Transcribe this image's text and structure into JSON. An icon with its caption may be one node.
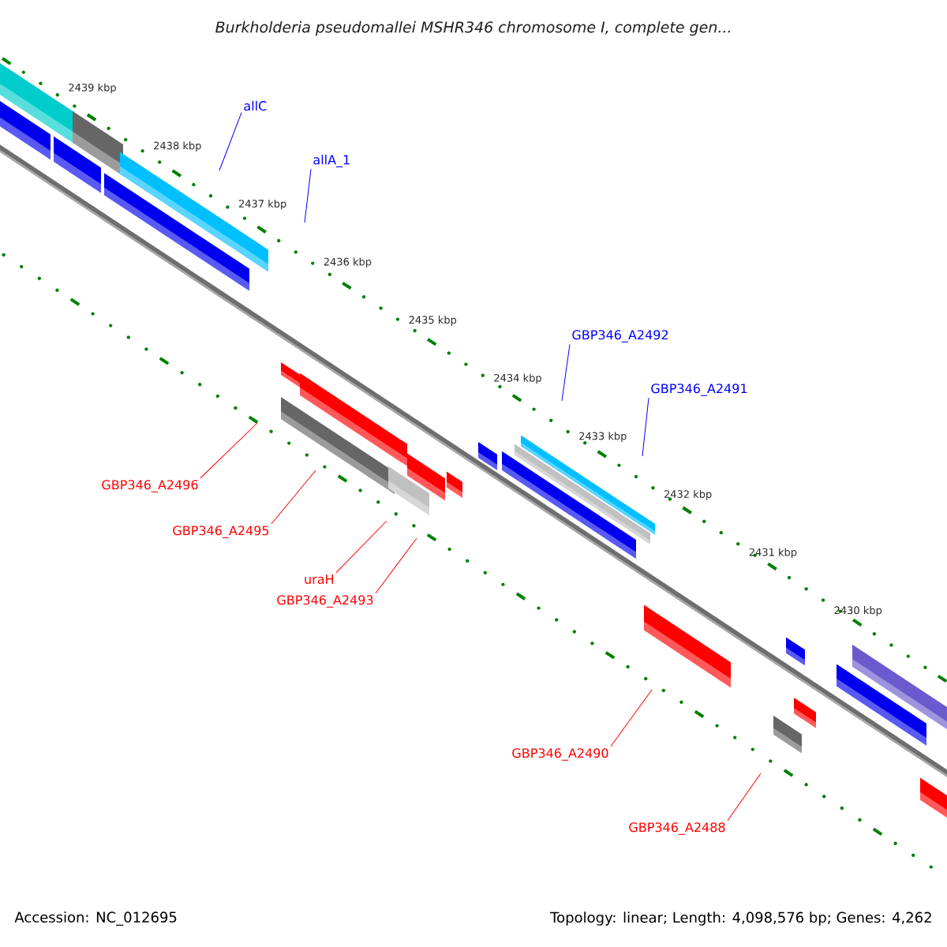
{
  "diagram": {
    "title": "Burkholderia pseudomallei MSHR346 chromosome I, complete gen...",
    "nodes": [
      {
        "text": [
          "allC"
        ]
      },
      {
        "text": [
          "allA_1"
        ]
      },
      {
        "text": [
          "GBP346_A2492"
        ]
      },
      {
        "text": [
          "GBP346_A2491"
        ]
      },
      {
        "text": [
          "GBP346_A2496"
        ]
      },
      {
        "text": [
          "GBP346_A2495"
        ]
      },
      {
        "text": [
          "uraH"
        ]
      },
      {
        "text": [
          "GBP346_A2493"
        ]
      },
      {
        "text": [
          "GBP346_A2490"
        ]
      },
      {
        "text": [
          "GBP346_A2488"
        ]
      }
    ],
    "edges": [
      {
        "from": 0,
        "to": null,
        "arrow": "none",
        "color": "#0000ff"
      },
      {
        "from": 1,
        "to": null,
        "arrow": "none",
        "color": "#0000ff"
      },
      {
        "from": 2,
        "to": null,
        "arrow": "none",
        "color": "#0000ff"
      },
      {
        "from": 3,
        "to": null,
        "arrow": "none",
        "color": "#0000ff"
      },
      {
        "from": 4,
        "to": null,
        "arrow": "none"
      },
      {
        "from": 5,
        "to": null,
        "arrow": "none"
      },
      {
        "from": 6,
        "to": null,
        "arrow": "none"
      },
      {
        "from": 7,
        "to": null,
        "arrow": "none"
      },
      {
        "from": 8,
        "to": null,
        "arrow": "none"
      },
      {
        "from": 9,
        "to": null,
        "arrow": "none"
      }
    ],
    "labels": [
      "2439 kbp",
      "2438 kbp",
      "2437 kbp",
      "2436 kbp",
      "2435 kbp",
      "2434 kbp",
      "2433 kbp",
      "2432 kbp",
      "2431 kbp",
      "2430 kbp",
      "Accession: NC_012695",
      "Topology: linear; Length: 4,098,576 bp; Genes: 4,262"
    ]
  }
}
